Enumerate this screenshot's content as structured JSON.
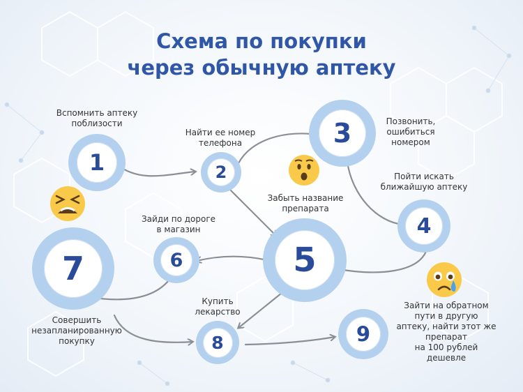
{
  "title": {
    "line1": "Схема по покупки",
    "line2": "через обычную аптеку"
  },
  "steps": [
    {
      "number": "1",
      "label": [
        "Вспомнить аптеку",
        "поблизости"
      ]
    },
    {
      "number": "2",
      "label": [
        "Найти ее номер",
        "телефона"
      ]
    },
    {
      "number": "3",
      "label": [
        "Позвонить,",
        "ошибиться",
        "номером"
      ]
    },
    {
      "number": "4",
      "label": [
        "Пойти искать",
        "ближайшую аптеку"
      ]
    },
    {
      "number": "5",
      "label": [
        "Забыть название",
        "препарата"
      ]
    },
    {
      "number": "6",
      "label": [
        "Зайди по дороге",
        "в магазин"
      ]
    },
    {
      "number": "7",
      "label": [
        "Совершить",
        "незапланированную",
        "покупку"
      ]
    },
    {
      "number": "8",
      "label": [
        "Купить",
        "лекарство"
      ]
    },
    {
      "number": "9",
      "label": [
        "Зайти на обратном",
        "пути в другую",
        "аптеку, найти этот же",
        "препарат",
        "на 100 рублей",
        "дешевле"
      ]
    }
  ],
  "emojis": {
    "surprised": "surprised-face-icon",
    "tired": "tired-face-icon",
    "crying": "crying-face-icon"
  },
  "colors": {
    "title": "#2f56a7",
    "number": "#2a4a9a",
    "ring": "#b3d0ee",
    "arrow": "#8a8f96",
    "emoji": "#f9c94a"
  }
}
